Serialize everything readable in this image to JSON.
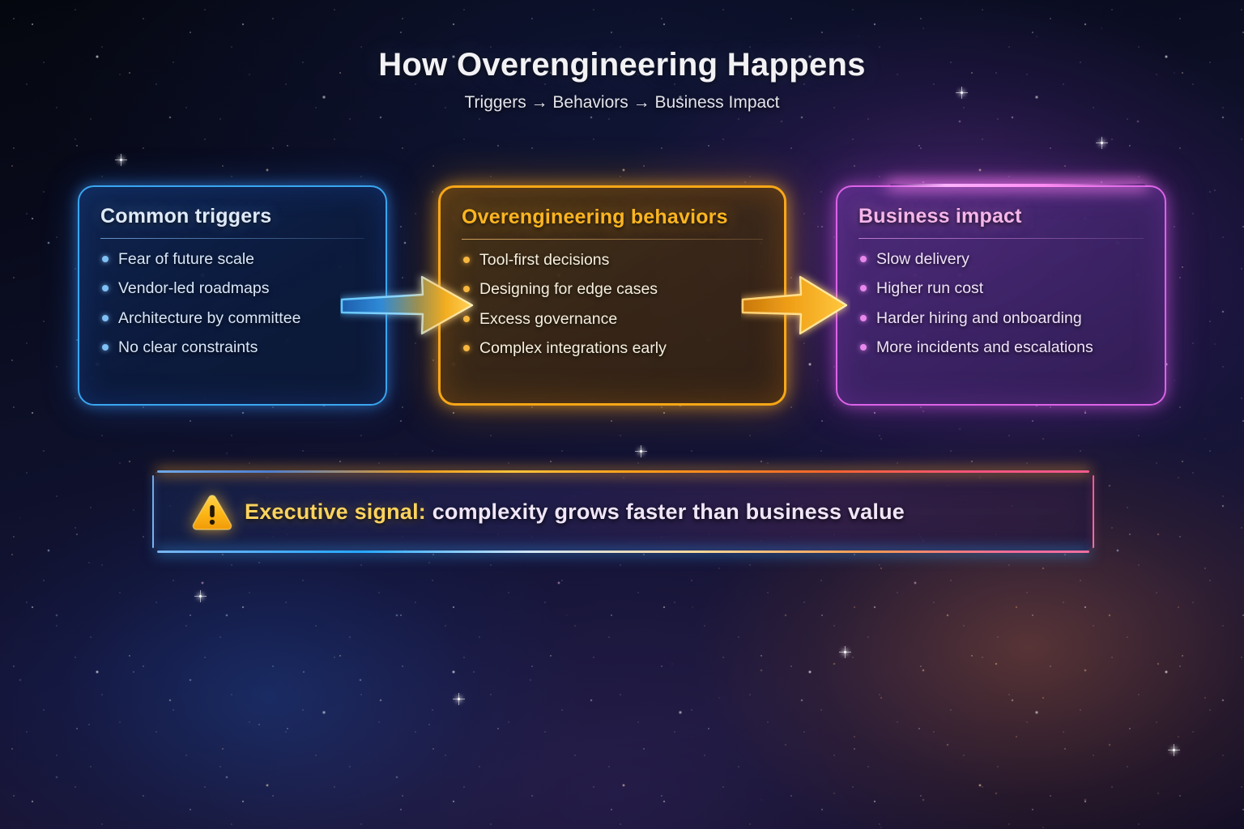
{
  "header": {
    "title": "How Overengineering Happens",
    "subtitle": "Triggers → Behaviors → Business Impact"
  },
  "cards": [
    {
      "id": "common-triggers",
      "title": "Common triggers",
      "accent_color": "#3aa6f0",
      "title_color": "#dfeaf9",
      "items": [
        "Fear of future scale",
        "Vendor-led roadmaps",
        "Architecture by committee",
        "No clear constraints"
      ]
    },
    {
      "id": "overengineering-behaviors",
      "title": "Overengineering behaviors",
      "accent_color": "#f8a717",
      "title_color": "#fcb521",
      "items": [
        "Tool-first decisions",
        "Designing for edge cases",
        "Excess governance",
        "Complex integrations early"
      ]
    },
    {
      "id": "business-impact",
      "title": "Business impact",
      "accent_color": "#dc63e8",
      "title_color": "#f6b6ea",
      "items": [
        "Slow delivery",
        "Higher run cost",
        "Harder hiring and onboarding",
        "More incidents and escalations"
      ]
    }
  ],
  "arrows": [
    {
      "name": "arrow-triggers-to-behaviors",
      "from_color": "#2a7fd4",
      "to_color": "#ffb020"
    },
    {
      "name": "arrow-behaviors-to-impact",
      "from_color": "#e08a10",
      "to_color": "#ffc33a"
    }
  ],
  "banner": {
    "icon": "warning-triangle-icon",
    "lead_text": "Executive signal:",
    "rest_text": " complexity grows faster than business value",
    "lead_color": "#fbd35e",
    "rest_color": "#f0e6f8"
  }
}
